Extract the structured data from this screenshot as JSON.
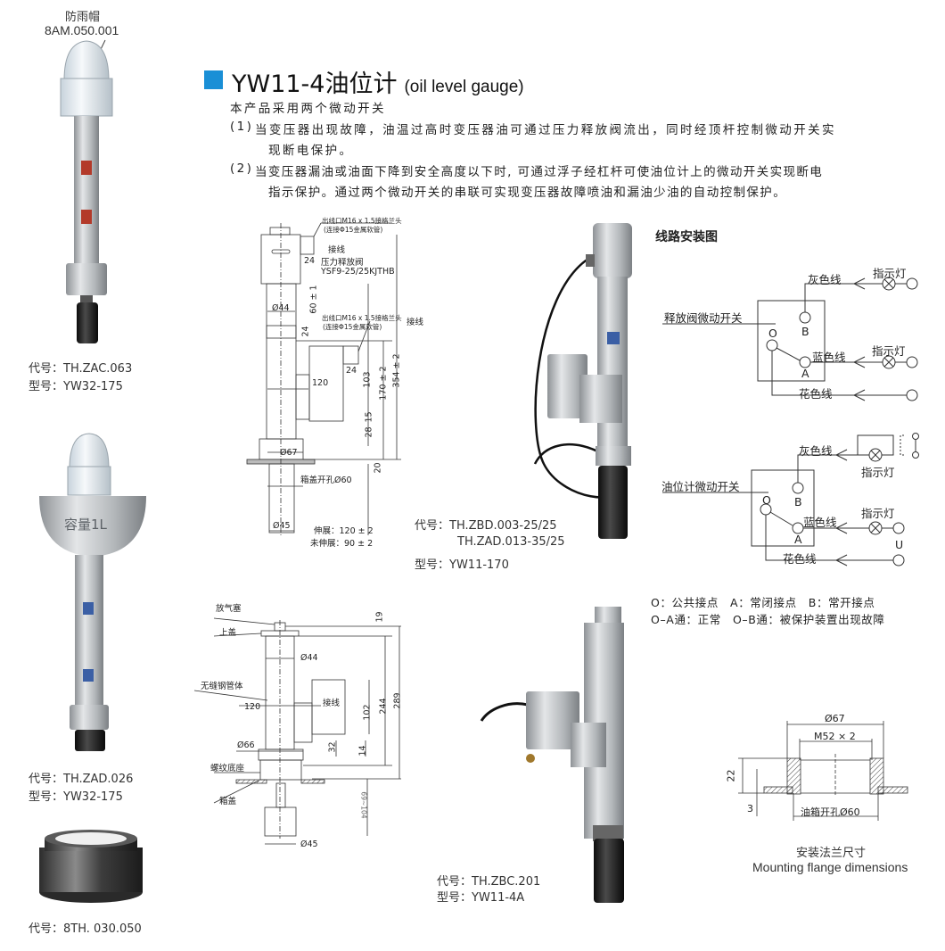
{
  "header": {
    "title_cn": "YW11-4油位计",
    "title_en": "(oil level gauge)",
    "intro": "本产品采用两个微动开关",
    "items": [
      {
        "num": "(1)",
        "lines": [
          "当变压器出现故障，油温过高时变压器油可通过压力释放阀流出，同时经顶杆控制微动开关实",
          "现断电保护。"
        ]
      },
      {
        "num": "(2)",
        "lines": [
          "当变压器漏油或油面下降到安全高度以下时, 可通过浮子经杠杆可使油位计上的微动开关实现断电",
          "指示保护。通过两个微动开关的串联可实现变压器故障喷油和漏油少油的自动控制保护。"
        ]
      }
    ]
  },
  "products": [
    {
      "callout": "防雨帽",
      "callout_code": "8AM.050.001",
      "code": "代号：TH.ZAC.063",
      "model": "型号：YW32-175"
    },
    {
      "capacity": "容量1L",
      "code": "代号：TH.ZAD.026",
      "model": "型号：YW32-175"
    },
    {
      "code": "代号：8TH. 030.050"
    },
    {
      "code": "代号：TH.ZBD.003-25/25",
      "code2": "TH.ZAD.013-35/25",
      "model": "型号：YW11-170"
    },
    {
      "code": "代号：TH.ZBC.201",
      "model": "型号：YW11-4A"
    }
  ],
  "drawing1": {
    "outlet1": "出线口M16 x 1.5接格兰头",
    "outlet1b": "(连接Φ15金属软管)",
    "wiring": "接线",
    "valve": "压力释放阀",
    "valve_model": "YSF9-25/25KJTHB",
    "d24a": "24",
    "d44": "Ø44",
    "d60": "60 ± 1",
    "d24b": "24",
    "outlet2": "出线口M16 x 1.5接格兰头",
    "outlet2b": "(连接Φ15金属软管)",
    "wiring2": "接线",
    "d24c": "24",
    "d120": "120",
    "d103": "103",
    "d170": "170 ± 2",
    "d354": "354 ± 2",
    "d15": "15",
    "d28": "28",
    "d67": "Ø67",
    "d20": "20",
    "hole": "箱盖开孔Ø60",
    "d45": "Ø45",
    "ext": "伸展：120 ± 2",
    "noext": "未伸展：90 ± 2"
  },
  "drawing2": {
    "vent": "放气塞",
    "top_cover": "上盖",
    "tube": "无缝钢管体",
    "d120": "120",
    "d66": "Ø66",
    "base": "螺纹底座",
    "cover": "箱盖",
    "d44": "Ø44",
    "wiring": "接线",
    "d102": "102",
    "d244": "244",
    "d289": "289",
    "d19": "19",
    "d32": "32",
    "d14": "14",
    "range": "69~104",
    "d45": "Ø45"
  },
  "wiring": {
    "title": "线路安装图",
    "d1": {
      "switch": "释放阀微动开关",
      "grey": "灰色线",
      "blue": "蓝色线",
      "flower": "花色线",
      "lamp1": "指示灯",
      "lamp2": "指示灯",
      "o": "O",
      "a": "A",
      "b": "B"
    },
    "d2": {
      "switch": "油位计微动开关",
      "grey": "灰色线",
      "blue": "蓝色线",
      "flower": "花色线",
      "lamp1": "指示灯",
      "lamp2": "指示灯",
      "o": "O",
      "a": "A",
      "b": "B",
      "u": "U"
    },
    "legend1": "O：公共接点　A：常闭接点　B：常开接点",
    "legend2": "O–A通：正常　O–B通：被保护装置出现故障"
  },
  "flange": {
    "d67": "Ø67",
    "thread": "M52 × 2",
    "d22": "22",
    "d3": "3",
    "hole": "油箱开孔Ø60",
    "caption_cn": "安装法兰尺寸",
    "caption_en": "Mounting flange dimensions"
  },
  "colors": {
    "accent": "#1a8fd6",
    "body": "#b9bcbf",
    "float": "#1d1d1d"
  }
}
